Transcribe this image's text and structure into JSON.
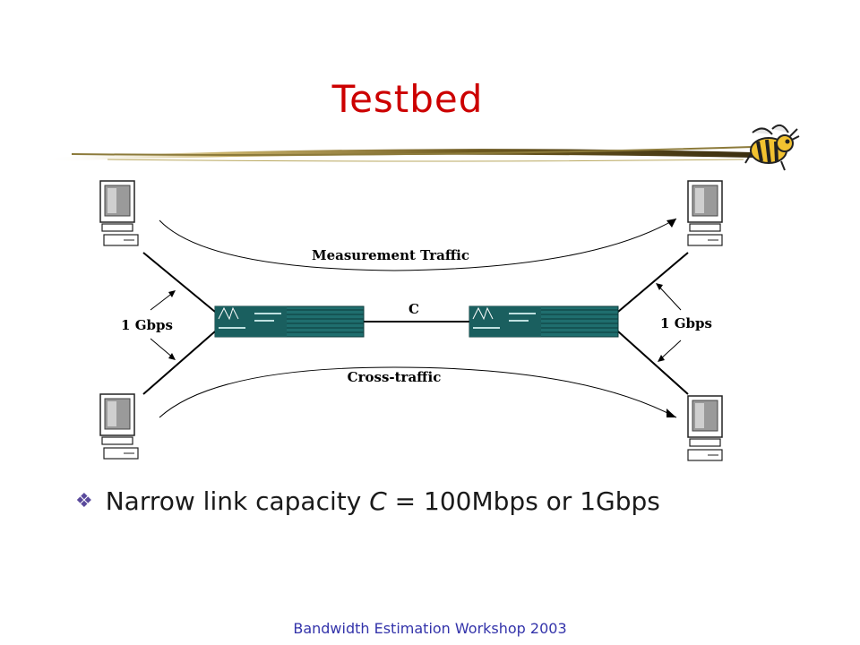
{
  "slide": {
    "title": "Testbed",
    "bullet": {
      "prefix": "Narrow link capacity ",
      "var": "C",
      "suffix": " = 100Mbps or 1Gbps"
    },
    "footer": "Bandwidth Estimation Workshop 2003"
  },
  "diagram": {
    "labels": {
      "measurement": "Measurement Traffic",
      "cross": "Cross-traffic",
      "capacity": "C",
      "left_speed": "1 Gbps",
      "right_speed": "1 Gbps"
    }
  },
  "colors": {
    "title": "#cc0000",
    "switch": "#1f6e6e",
    "bullet_icon": "#5a4a9c",
    "footer": "#3333aa"
  },
  "icons": [
    "computer-icon",
    "switch-icon",
    "bee-mascot-icon",
    "diamond-bullet-icon"
  ]
}
